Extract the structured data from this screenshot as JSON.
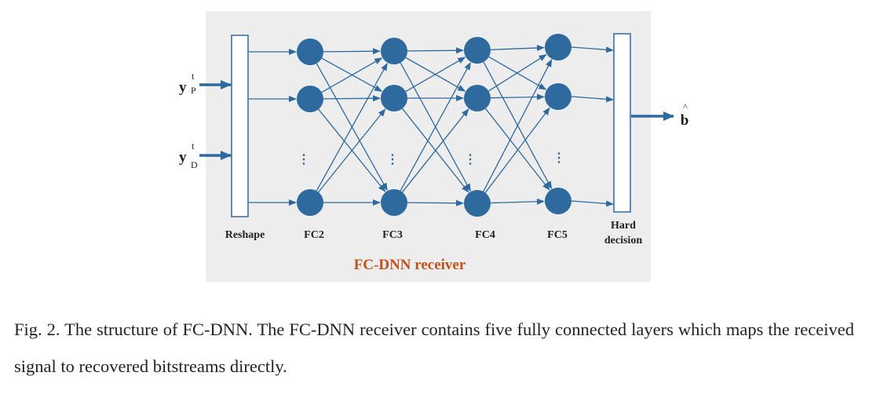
{
  "colors": {
    "panel": "#EDEDED",
    "node": "#2E6A9E",
    "edge": "#2E6A9E",
    "title": "#C0531B",
    "text": "#222222"
  },
  "diagram": {
    "title": "FC-DNN receiver",
    "inputs": [
      {
        "symbol": "y",
        "superscript": "t",
        "subscript": "P"
      },
      {
        "symbol": "y",
        "superscript": "t",
        "subscript": "D"
      }
    ],
    "output": {
      "symbol": "b",
      "accent": "^"
    },
    "layers": [
      {
        "label": "Reshape",
        "kind": "block"
      },
      {
        "label": "FC2",
        "kind": "nodes"
      },
      {
        "label": "FC3",
        "kind": "nodes"
      },
      {
        "label": "FC4",
        "kind": "nodes"
      },
      {
        "label": "FC5",
        "kind": "nodes"
      },
      {
        "label_lines": [
          "Hard",
          "decision"
        ],
        "kind": "block"
      }
    ],
    "ellipsis": "⋮"
  },
  "caption": "Fig. 2. The structure of FC-DNN. The FC-DNN receiver contains five fully connected layers which maps the received signal to recovered bitstreams directly."
}
